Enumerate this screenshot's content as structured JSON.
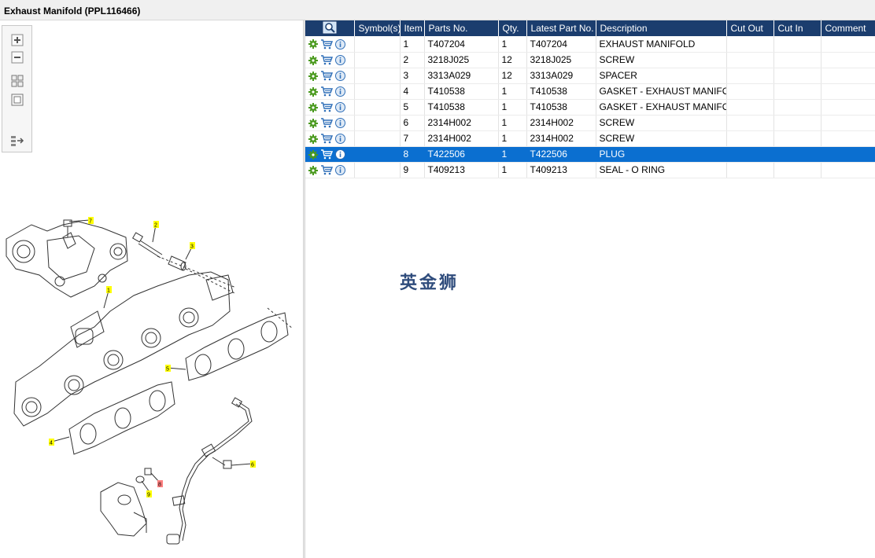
{
  "window": {
    "title": "Exhaust Manifold (PPL116466)"
  },
  "toolbar": {
    "items": [
      {
        "icon": "zoom-in-icon"
      },
      {
        "icon": "zoom-out-icon"
      },
      {
        "icon": "fit-to-window-icon"
      },
      {
        "icon": "actual-size-icon"
      },
      {
        "icon": "toggle-panel-icon"
      }
    ]
  },
  "diagram": {
    "callouts": [
      "7",
      "2",
      "3",
      "1",
      "5",
      "4",
      "6",
      "9",
      "8"
    ],
    "highlighted_callout": "8",
    "colors": {
      "callout": "#ffff00",
      "callout_selected": "#ff8080",
      "stroke": "#333333"
    }
  },
  "table": {
    "headers": {
      "search": "search-icon",
      "symbols": "Symbol(s)",
      "item": "Item",
      "parts_no": "Parts No.",
      "qty": "Qty.",
      "latest": "Latest Part No.",
      "description": "Description",
      "cut_out": "Cut Out",
      "cut_in": "Cut In",
      "comment": "Comment"
    },
    "rows": [
      {
        "item": "1",
        "part": "T407204",
        "qty": "1",
        "latest": "T407204",
        "desc": "EXHAUST MANIFOLD"
      },
      {
        "item": "2",
        "part": "3218J025",
        "qty": "12",
        "latest": "3218J025",
        "desc": "SCREW"
      },
      {
        "item": "3",
        "part": "3313A029",
        "qty": "12",
        "latest": "3313A029",
        "desc": "SPACER"
      },
      {
        "item": "4",
        "part": "T410538",
        "qty": "1",
        "latest": "T410538",
        "desc": "GASKET - EXHAUST MANIFOLD"
      },
      {
        "item": "5",
        "part": "T410538",
        "qty": "1",
        "latest": "T410538",
        "desc": "GASKET - EXHAUST MANIFOLD"
      },
      {
        "item": "6",
        "part": "2314H002",
        "qty": "1",
        "latest": "2314H002",
        "desc": "SCREW"
      },
      {
        "item": "7",
        "part": "2314H002",
        "qty": "1",
        "latest": "2314H002",
        "desc": "SCREW"
      },
      {
        "item": "8",
        "part": "T422506",
        "qty": "1",
        "latest": "T422506",
        "desc": "PLUG"
      },
      {
        "item": "9",
        "part": "T409213",
        "qty": "1",
        "latest": "T409213",
        "desc": "SEAL - O RING"
      }
    ],
    "selected_row": 7,
    "colors": {
      "header": "#1b3d6e",
      "selected": "#0b6fd0",
      "gear": "#4a9a1e",
      "cart": "#2f6fb8",
      "info": "#2f6fb8"
    }
  },
  "watermark": {
    "text": "英金狮"
  }
}
